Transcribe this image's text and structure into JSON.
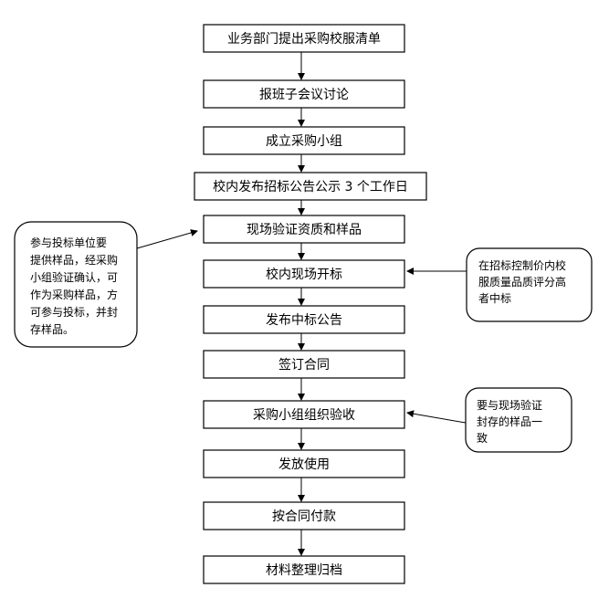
{
  "steps": [
    "业务部门提出采购校服清单",
    "报班子会议讨论",
    "成立采购小组",
    "校内发布招标公告公示 3 个工作日",
    "现场验证资质和样品",
    "校内现场开标",
    "发布中标公告",
    "签订合同",
    "采购小组组织验收",
    "发放使用",
    "按合同付款",
    "材料整理归档"
  ],
  "notes": {
    "sample_requirement": {
      "lines": [
        "参与投标单位要",
        "提供样品，经采购",
        "小组验证确认，可",
        "作为采购样品，方",
        "可参与投标，并封",
        "存样品。"
      ]
    },
    "award_rule": {
      "lines": [
        "在招标控制价内校",
        "服质量品质评分高",
        "者中标"
      ]
    },
    "acceptance_rule": {
      "lines": [
        "要与现场验证",
        "封存的样品一",
        "致"
      ]
    }
  }
}
